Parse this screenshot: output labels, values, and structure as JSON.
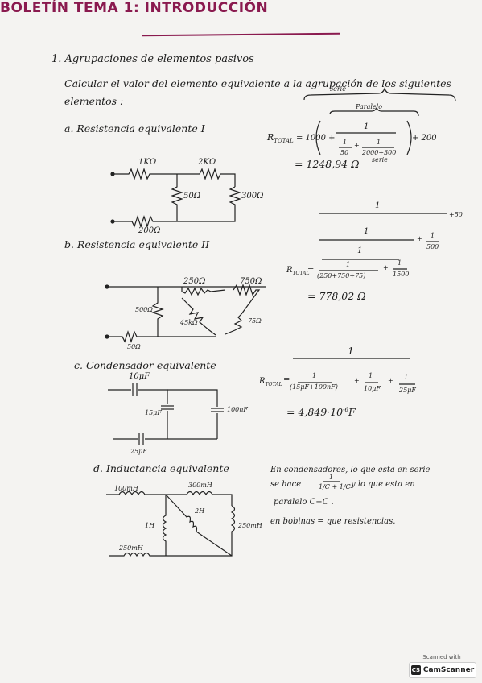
{
  "title": "BOLETÍN TEMA 1: INTRODUCCIÓN",
  "section1": "1. Agrupaciones de elementos pasivos",
  "intro_line1": "Calcular el valor del elemento equivalente a la agrupación de los siguientes",
  "intro_line2": "elementos :",
  "a": {
    "heading": "a. Resistencia equivalente I",
    "labels": [
      "1KΩ",
      "2KΩ",
      "50Ω",
      "300Ω",
      "200Ω"
    ],
    "brace_serie": "serie",
    "brace_paralelo": "Paralelo",
    "rtotal": "R",
    "rtotal_sub": "TOTAL",
    "eq_lead": "= 1000 +",
    "frac1_num": "1",
    "frac_50_num": "1",
    "frac_50_den": "50",
    "frac_2300_num": "1",
    "frac_2300_den": "2000+300",
    "den_serie": "serie",
    "eq_tail": "+ 200",
    "result": "= 1248,94 Ω"
  },
  "b": {
    "heading": "b. Resistencia equivalente II",
    "labels": [
      "250Ω",
      "750Ω",
      "500Ω",
      "45kΩ",
      "75Ω",
      "50Ω"
    ],
    "top_num": "1",
    "top_tail": "+50",
    "mid_num": "1",
    "mid_tail_num": "1",
    "mid_tail_den": "500",
    "inner_num": "1",
    "rtotal": "R",
    "rtotal_sub": "TOTAL",
    "eq_sign": "=",
    "frac_num": "1",
    "frac_den": "(250+750+75)",
    "plus1": "+",
    "frac2_num": "1",
    "frac2_den": "1500",
    "result": "= 778,02 Ω"
  },
  "c": {
    "heading": "c. Condensador equivalente",
    "labels": [
      "10μF",
      "15μF",
      "100nF",
      "25μF"
    ],
    "top_num": "1",
    "rtotal": "R",
    "rtotal_sub": "TOTAL",
    "eq_sign": "=",
    "frac1_num": "1",
    "frac1_den": "(15μF+100nF)",
    "plus": "+",
    "frac2_num": "1",
    "frac2_den": "10μF",
    "plus2": "+",
    "frac3_num": "1",
    "frac3_den": "25μF",
    "result": "= 4,849·10",
    "result_exp": "-6",
    "result_unit": "F"
  },
  "d": {
    "heading": "d. Inductancia equivalente",
    "labels": [
      "100mH",
      "300mH",
      "2H",
      "1H",
      "250mH",
      "250mH"
    ],
    "note1": "En condensadores, lo que esta en serie",
    "note2_pre": "se hace",
    "note2_frac_num": "1",
    "note2_frac_den": "1/C + 1/C",
    "note2_post": "y lo que esta en",
    "note3": "paralelo C+C .",
    "note4": "en bobinas = que resistencias."
  },
  "stamp": {
    "top": "Scanned with",
    "brand": "CamScanner",
    "icon": "CS"
  }
}
